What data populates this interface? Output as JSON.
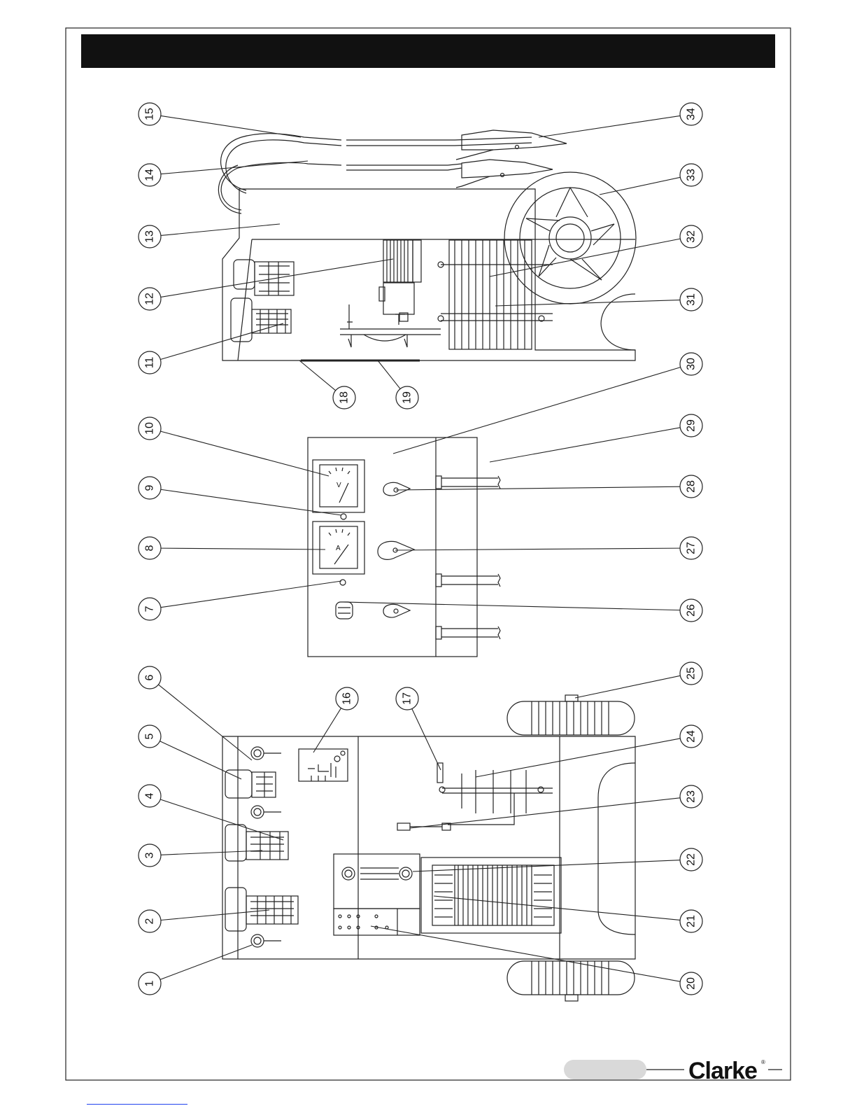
{
  "page": {
    "header_bar_color": "#111111",
    "page_number_pill_color": "#d9d9d9"
  },
  "brand": {
    "logo_text": "Clarke",
    "registered_mark": "®"
  },
  "callouts": [
    "1",
    "2",
    "3",
    "4",
    "5",
    "6",
    "7",
    "8",
    "9",
    "10",
    "11",
    "12",
    "13",
    "14",
    "15",
    "16",
    "17",
    "18",
    "19",
    "20",
    "21",
    "22",
    "23",
    "24",
    "25",
    "26",
    "27",
    "28",
    "29",
    "30",
    "31",
    "32",
    "33",
    "34"
  ],
  "gauges": {
    "voltmeter_letter": "V",
    "ammeter_letter": "A"
  }
}
